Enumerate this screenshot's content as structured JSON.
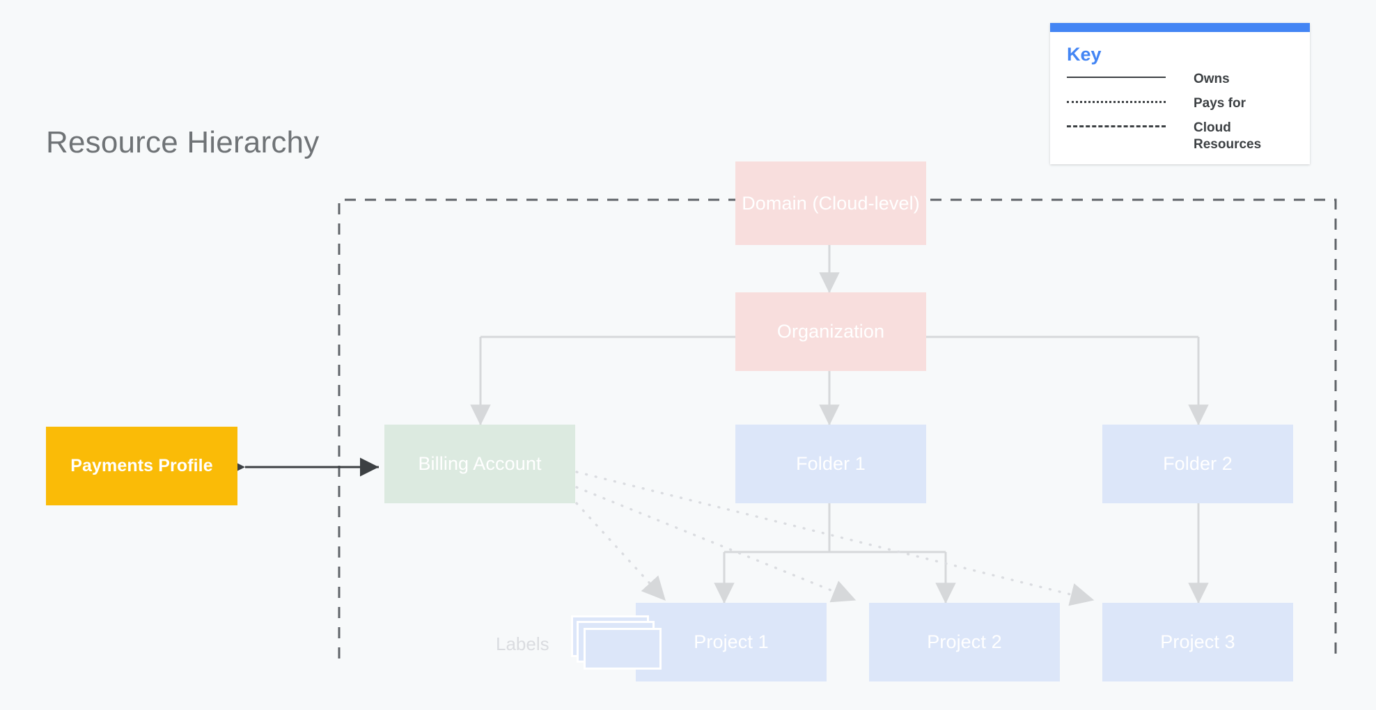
{
  "page": {
    "title": "Resource Hierarchy",
    "background_color": "#F7F9FA"
  },
  "key": {
    "heading": "Key",
    "accent_color": "#4385F4",
    "entries": [
      {
        "style": "solid",
        "label": "Owns"
      },
      {
        "style": "dotted",
        "label": "Pays for"
      },
      {
        "style": "dashed",
        "label": "Cloud Resources"
      }
    ]
  },
  "nodes": {
    "domain": {
      "label": "Domain (Cloud-level)",
      "color": "#F8DEDD"
    },
    "organization": {
      "label": "Organization",
      "color": "#F8DEDD"
    },
    "billing_account": {
      "label": "Billing Account",
      "color": "#DCEAE0"
    },
    "folder_1": {
      "label": "Folder 1",
      "color": "#DCE6F9"
    },
    "folder_2": {
      "label": "Folder 2",
      "color": "#DCE6F9"
    },
    "project_1": {
      "label": "Project 1",
      "color": "#DCE6F9"
    },
    "project_2": {
      "label": "Project 2",
      "color": "#DCE6F9"
    },
    "project_3": {
      "label": "Project 3",
      "color": "#DCE6F9"
    },
    "payments_profile": {
      "label": "Payments Profile",
      "color": "#FABB07"
    }
  },
  "annotations": {
    "labels": "Labels"
  },
  "relationships": [
    {
      "from": "domain",
      "to": "organization",
      "type": "owns",
      "bidirectional": true
    },
    {
      "from": "organization",
      "to": "billing_account",
      "type": "owns"
    },
    {
      "from": "organization",
      "to": "folder_1",
      "type": "owns"
    },
    {
      "from": "organization",
      "to": "folder_2",
      "type": "owns"
    },
    {
      "from": "folder_1",
      "to": "project_1",
      "type": "owns"
    },
    {
      "from": "folder_1",
      "to": "project_2",
      "type": "owns"
    },
    {
      "from": "folder_2",
      "to": "project_3",
      "type": "owns"
    },
    {
      "from": "billing_account",
      "to": "project_1",
      "type": "pays for"
    },
    {
      "from": "billing_account",
      "to": "project_2",
      "type": "pays for"
    },
    {
      "from": "billing_account",
      "to": "project_3",
      "type": "pays for"
    },
    {
      "from": "payments_profile",
      "to": "billing_account",
      "type": "owns",
      "bidirectional": true
    }
  ],
  "cloud_resources_boundary": {
    "label": "Cloud Resources",
    "style": "dashed"
  }
}
